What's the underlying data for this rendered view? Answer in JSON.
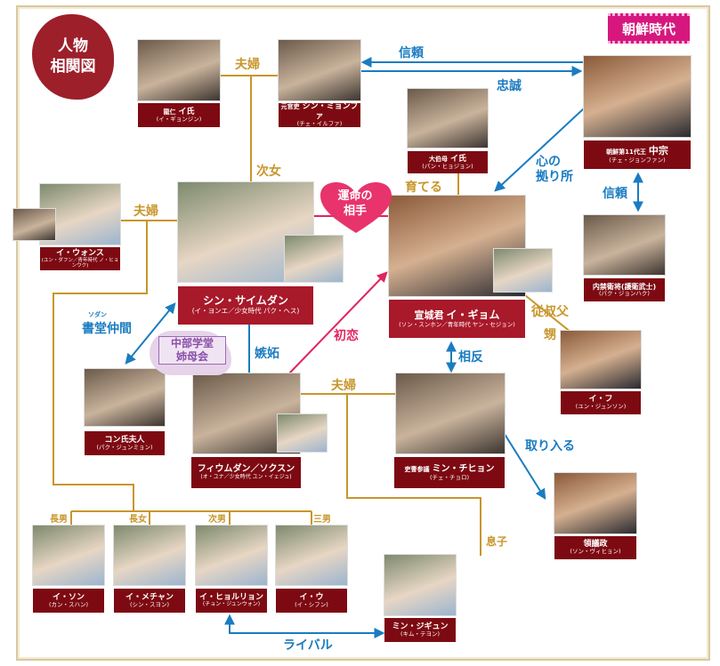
{
  "logo": {
    "line1": "人物",
    "line2": "相関図"
  },
  "era_badge": "朝鮮時代",
  "colors": {
    "label_bg": "#7d0a12",
    "main_label_bg": "#a8192a",
    "family_line": "#c8962c",
    "relation_arrow": "#1a7cc1",
    "romance": "#e0245e",
    "era_badge": "#d6187e"
  },
  "characters": {
    "mother": {
      "role": "龍仁",
      "name": "イ氏",
      "actor": "(イ・ギョンジン)"
    },
    "father": {
      "role": "元官吏",
      "name": "シン・ミョンファ",
      "actor": "(チェ・イルファ)"
    },
    "king": {
      "role": "朝鮮第11代王",
      "name": "中宗",
      "actor": "(チェ・ジョンファン)"
    },
    "great_aunt": {
      "role": "大伯母",
      "name": "イ氏",
      "actor": "(パン・ヒョジョン)"
    },
    "guard": {
      "role": "",
      "name": "内禁衛将(護衛武士)",
      "actor": "(パク・ジョンハク)"
    },
    "saimdang": {
      "role": "",
      "name": "シン・サイムダン",
      "actor": "(イ・ヨンエ／少女時代 パク・ヘス)"
    },
    "wonsu": {
      "role": "",
      "name": "イ・ウォンス",
      "actor": "(ユン・ダフン／青年時代 ノ・ヒョンウク)"
    },
    "gyeom": {
      "role": "宣城君",
      "name": "イ・ギョム",
      "actor": "(ソン・スンホン／青年時代 ヤン・セジョン)"
    },
    "ihu": {
      "role": "",
      "name": "イ・フ",
      "actor": "(ユン・ジュンソン)"
    },
    "gong": {
      "role": "",
      "name": "コン氏夫人",
      "actor": "(パク・ジュンミョン)"
    },
    "huiumdang": {
      "role": "",
      "name": "フィウムダン／ソクスン",
      "actor": "(オ・ユナ／少女時代 ユン・イェジュ)"
    },
    "min_chihyeon": {
      "role": "吏曹参議",
      "name": "ミン・チヒョン",
      "actor": "(チェ・チョロ)"
    },
    "prime_minister": {
      "role": "",
      "name": "領議政",
      "actor": "(ソン・ヴィヒョン)"
    },
    "son1": {
      "role": "",
      "name": "イ・ソン",
      "actor": "(カン・スハン)"
    },
    "daughter1": {
      "role": "",
      "name": "イ・メチャン",
      "actor": "(シン・スヨン)"
    },
    "son2": {
      "role": "",
      "name": "イ・ヒョルリョン",
      "actor": "(チョン・ジュンウォン)"
    },
    "son3": {
      "role": "",
      "name": "イ・ウ",
      "actor": "(イ・シフン)"
    },
    "min_jigyun": {
      "role": "",
      "name": "ミン・ジギュン",
      "actor": "(キム・テヨン)"
    }
  },
  "relations": {
    "parents_couple": "夫婦",
    "second_daughter": "次女",
    "trust_top": "信頼",
    "loyalty": "忠誠",
    "emotional_support_1": "心の",
    "emotional_support_2": "拠り所",
    "raises": "育てる",
    "trust_guard": "信頼",
    "destined_1": "運命の",
    "destined_2": "相手",
    "saimdang_couple": "夫婦",
    "uncle": "従叔父",
    "nephew": "甥",
    "seodang_ruby": "ソダン",
    "seodang_mates": "書堂仲間",
    "club_1": "中部学堂",
    "club_2": "姉母会",
    "jealousy": "嫉妬",
    "first_love": "初恋",
    "rivalry_adults": "相反",
    "min_couple": "夫婦",
    "curry_favor": "取り入る",
    "eldest_son": "長男",
    "eldest_daughter": "長女",
    "second_son": "次男",
    "third_son": "三男",
    "son": "息子",
    "rival": "ライバル"
  }
}
